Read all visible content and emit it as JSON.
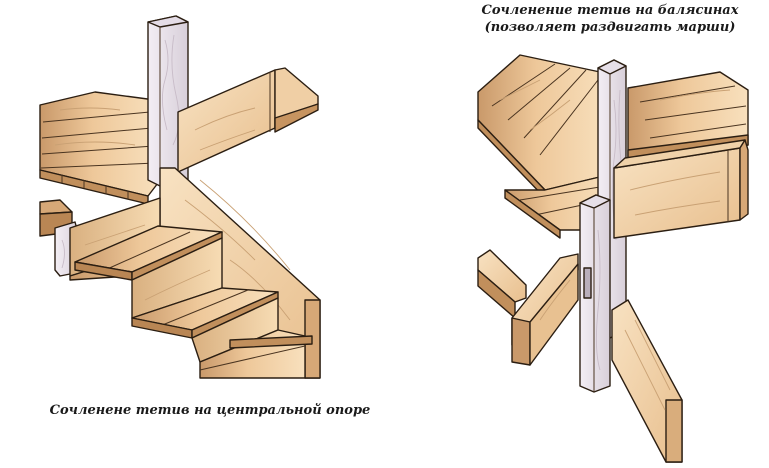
{
  "captions": {
    "left": "Сочленене тетив на центральной опоре",
    "right_line1": "Сочленение тетив на балясинах",
    "right_line2": "(позволяет раздвигать марши)"
  },
  "colors": {
    "wood_light": "#f7dcb4",
    "wood_mid": "#eec89a",
    "wood_dark": "#c9996a",
    "wood_edge": "#b58455",
    "post_light": "#ece6ee",
    "post_shadow": "#d6cdd8",
    "outline": "#2b1e12"
  }
}
